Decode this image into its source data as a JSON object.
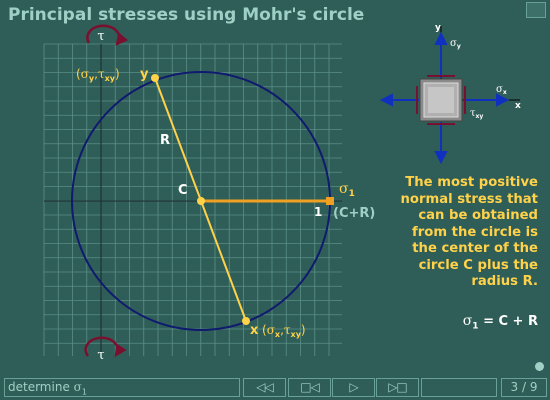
{
  "title": "Principal stresses using Mohr's circle",
  "colors": {
    "background": "#2f5e58",
    "title": "#9fd0c6",
    "grid": "#5a8f86",
    "circle": "#101a6e",
    "highlight": "#ffd24a",
    "orange": "#f0a020",
    "arrow_blue": "#1030c0",
    "curl_arrow": "#7a1030"
  },
  "diagram": {
    "tau_axis_top": "τ",
    "tau_axis_bottom": "τ",
    "point_y_label": "y",
    "point_y_coords": {
      "open": "(",
      "sigma": "σ",
      "sigma_sub": "y",
      "comma": ",",
      "tau": "τ",
      "tau_sub": "xy",
      "close": ")"
    },
    "radius_label": "R",
    "center_label": "C",
    "sigma1_label": {
      "sym": "σ",
      "sub": "1"
    },
    "one_label": "1",
    "c_plus_r": "(C+R)",
    "point_x_label": "x",
    "point_x_coords": {
      "open": "(",
      "sigma": "σ",
      "sigma_sub": "x",
      "comma": ",",
      "tau": "τ",
      "tau_sub": "xy",
      "close": ")"
    }
  },
  "element_inset": {
    "y_axis_label": "y",
    "x_axis_label": "x",
    "sigma_y": {
      "sym": "σ",
      "sub": "y"
    },
    "sigma_x": {
      "sym": "σ",
      "sub": "x"
    },
    "tau_xy": {
      "sym": "τ",
      "sub": "xy"
    }
  },
  "explanation": "The most positive normal stress that can be obtained from the circle is the center of the circle C plus the radius R.",
  "formula": {
    "sym": "σ",
    "sub": "1",
    "rest": " = C + R"
  },
  "bottom_bar": {
    "step_text": "determine ",
    "step_sym": "σ",
    "step_sub": "1",
    "buttons": [
      {
        "name": "first",
        "label": "◁◁"
      },
      {
        "name": "prev",
        "label": "□◁"
      },
      {
        "name": "next",
        "label": "▷"
      },
      {
        "name": "last",
        "label": "▷□"
      }
    ],
    "page": "3 / 9"
  }
}
